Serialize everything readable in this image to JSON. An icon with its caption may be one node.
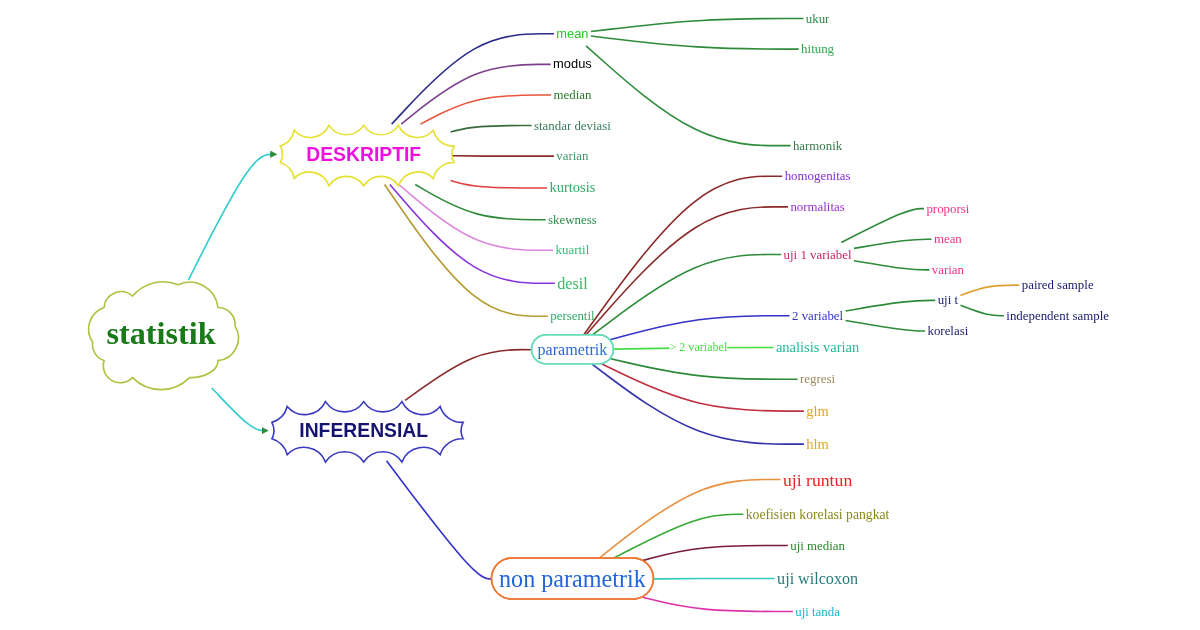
{
  "diagram": {
    "nodes": [
      {
        "text": [
          "statistik"
        ]
      },
      {
        "text": [
          "DESKRIPTIF"
        ]
      },
      {
        "text": [
          "mean"
        ]
      },
      {
        "text": [
          "ukur"
        ]
      },
      {
        "text": [
          "hitung"
        ]
      },
      {
        "text": [
          "harmonik"
        ]
      },
      {
        "text": [
          "modus"
        ]
      },
      {
        "text": [
          "median"
        ]
      },
      {
        "text": [
          "standar deviasi"
        ]
      },
      {
        "text": [
          "varian"
        ]
      },
      {
        "text": [
          "kurtosis"
        ]
      },
      {
        "text": [
          "skewness"
        ]
      },
      {
        "text": [
          "kuartil"
        ]
      },
      {
        "text": [
          "desil"
        ]
      },
      {
        "text": [
          "persentil"
        ]
      },
      {
        "text": [
          "INFERENSIAL"
        ]
      },
      {
        "text": [
          "parametrik"
        ]
      },
      {
        "text": [
          "homogenitas"
        ]
      },
      {
        "text": [
          "normalitas"
        ]
      },
      {
        "text": [
          "uji 1 variabel"
        ]
      },
      {
        "text": [
          "proporsi"
        ]
      },
      {
        "text": [
          "mean"
        ]
      },
      {
        "text": [
          "varian"
        ]
      },
      {
        "text": [
          "2 variabel"
        ]
      },
      {
        "text": [
          "uji t"
        ]
      },
      {
        "text": [
          "paired sample"
        ]
      },
      {
        "text": [
          "independent sample"
        ]
      },
      {
        "text": [
          "korelasi"
        ]
      },
      {
        "text": [
          "analisis varian"
        ]
      },
      {
        "text": [
          "regresi"
        ]
      },
      {
        "text": [
          "glm"
        ]
      },
      {
        "text": [
          "hlm"
        ]
      },
      {
        "text": [
          "non parametrik"
        ]
      },
      {
        "text": [
          "uji runtun"
        ]
      },
      {
        "text": [
          "koefisien korelasi pangkat"
        ]
      },
      {
        "text": [
          "uji median"
        ]
      },
      {
        "text": [
          "uji wilcoxon"
        ]
      },
      {
        "text": [
          "uji tanda"
        ]
      }
    ],
    "edges": [
      {
        "from": 0,
        "to": 1,
        "arrow": "to",
        "color": "#33cccc"
      },
      {
        "from": 0,
        "to": 15,
        "arrow": "to",
        "color": "#33cccc"
      },
      {
        "from": 1,
        "to": 2,
        "arrow": "none",
        "color": "#2b2b8a"
      },
      {
        "from": 2,
        "to": 3,
        "arrow": "none"
      },
      {
        "from": 2,
        "to": 4,
        "arrow": "none"
      },
      {
        "from": 2,
        "to": 5,
        "arrow": "none"
      },
      {
        "from": 1,
        "to": 6,
        "arrow": "none",
        "color": "#7b3f8c"
      },
      {
        "from": 1,
        "to": 7,
        "arrow": "none",
        "color": "#e8553a"
      },
      {
        "from": 1,
        "to": 8,
        "arrow": "none",
        "color": "#3a6b3a"
      },
      {
        "from": 1,
        "to": 9,
        "arrow": "none",
        "color": "#8b2a2a"
      },
      {
        "from": 1,
        "to": 10,
        "arrow": "none",
        "color": "#e04040"
      },
      {
        "from": 1,
        "to": 11,
        "arrow": "none"
      },
      {
        "from": 1,
        "to": 12,
        "arrow": "none",
        "color": "#dd88dd"
      },
      {
        "from": 1,
        "to": 13,
        "arrow": "none",
        "color": "#8833dd"
      },
      {
        "from": 1,
        "to": 14,
        "arrow": "none",
        "color": "#b59a30"
      },
      {
        "from": 15,
        "to": 16,
        "arrow": "none",
        "color": "#8b2a2a"
      },
      {
        "from": 16,
        "to": 17,
        "arrow": "none",
        "color": "#8b2a2a"
      },
      {
        "from": 16,
        "to": 18,
        "arrow": "none",
        "color": "#8b2a2a"
      },
      {
        "from": 16,
        "to": 19,
        "arrow": "none"
      },
      {
        "from": 19,
        "to": 20,
        "arrow": "none"
      },
      {
        "from": 19,
        "to": 21,
        "arrow": "none"
      },
      {
        "from": 19,
        "to": 22,
        "arrow": "none"
      },
      {
        "from": 16,
        "to": 23,
        "arrow": "none",
        "color": "#3333cc"
      },
      {
        "from": 23,
        "to": 24,
        "arrow": "none"
      },
      {
        "from": 23,
        "to": 27,
        "arrow": "none"
      },
      {
        "from": 24,
        "to": 25,
        "arrow": "none",
        "color": "#e0a030"
      },
      {
        "from": 24,
        "to": 26,
        "arrow": "none"
      },
      {
        "from": 16,
        "to": 28,
        "arrow": "none",
        "label": "> 2 variabel",
        "color": "#44dd44"
      },
      {
        "from": 16,
        "to": 29,
        "arrow": "none"
      },
      {
        "from": 16,
        "to": 30,
        "arrow": "none",
        "color": "#c03040"
      },
      {
        "from": 16,
        "to": 31,
        "arrow": "none",
        "color": "#3333aa"
      },
      {
        "from": 15,
        "to": 32,
        "arrow": "none",
        "color": "#3333cc"
      },
      {
        "from": 32,
        "to": 33,
        "arrow": "none",
        "color": "#e89040"
      },
      {
        "from": 32,
        "to": 34,
        "arrow": "none",
        "color": "#33aa33"
      },
      {
        "from": 32,
        "to": 35,
        "arrow": "none",
        "color": "#7a1a3a"
      },
      {
        "from": 32,
        "to": 36,
        "arrow": "none",
        "color": "#33ccbb"
      },
      {
        "from": 32,
        "to": 37,
        "arrow": "none",
        "color": "#dd33aa"
      }
    ]
  }
}
